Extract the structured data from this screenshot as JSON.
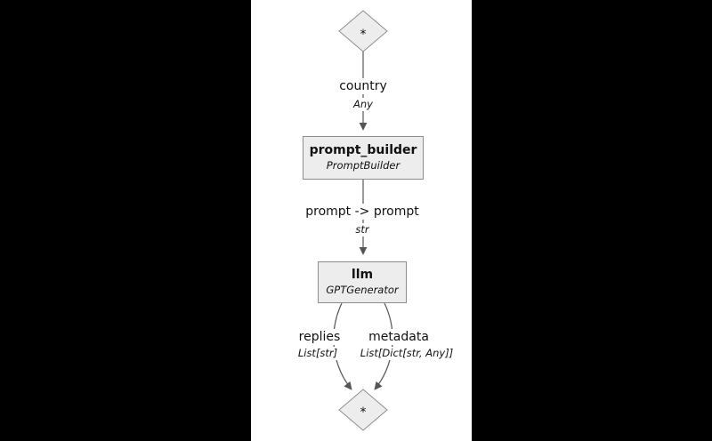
{
  "diagram": {
    "start_node": {
      "label": "*"
    },
    "end_node": {
      "label": "*"
    },
    "nodes": [
      {
        "id": "prompt_builder",
        "title": "prompt_builder",
        "type": "PromptBuilder"
      },
      {
        "id": "llm",
        "title": "llm",
        "type": "GPTGenerator"
      }
    ],
    "edges": [
      {
        "from": "start",
        "to": "prompt_builder",
        "label": "country",
        "type": "Any"
      },
      {
        "from": "prompt_builder",
        "to": "llm",
        "label": "prompt -> prompt",
        "type": "str"
      },
      {
        "from": "llm",
        "to": "end",
        "label": "replies",
        "type": "List[str]"
      },
      {
        "from": "llm",
        "to": "end",
        "label": "metadata",
        "type": "List[Dict[str, Any]]"
      }
    ],
    "colors": {
      "node_fill": "#ededed",
      "node_border": "#8c8c8c",
      "edge": "#555555",
      "canvas_background": "#ffffff",
      "frame_background": "#000000"
    }
  }
}
